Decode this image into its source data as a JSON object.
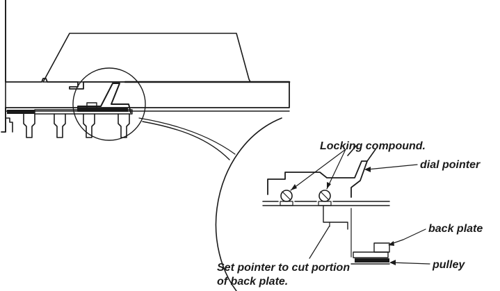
{
  "labels": {
    "locking_compound": "Locking compound.",
    "dial_pointer": "dial pointer",
    "back_plate": "back plate",
    "pulley": "pulley",
    "set_pointer_line1": "Set pointer to cut portion",
    "set_pointer_line2": "of back plate."
  },
  "colors": {
    "ink": "#1a1a1a",
    "background": "#ffffff"
  }
}
